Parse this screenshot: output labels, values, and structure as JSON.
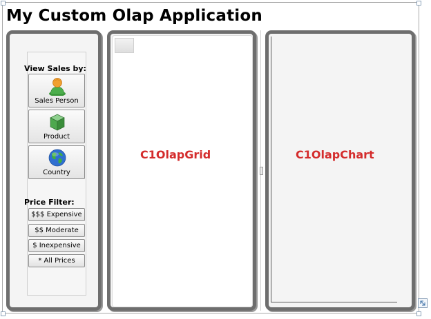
{
  "app": {
    "title": "My Custom Olap Application"
  },
  "left_panel": {
    "view_sales_label": "View Sales by:",
    "view_buttons": [
      {
        "label": "Sales Person",
        "icon": "sales-person-icon"
      },
      {
        "label": "Product",
        "icon": "product-cube-icon"
      },
      {
        "label": "Country",
        "icon": "globe-icon"
      }
    ],
    "price_filter_label": "Price Filter:",
    "price_buttons": [
      {
        "label": "$$$ Expensive"
      },
      {
        "label": "$$ Moderate"
      },
      {
        "label": "$ Inexpensive"
      },
      {
        "label": "* All Prices"
      }
    ]
  },
  "grid_panel": {
    "label": "C1OlapGrid"
  },
  "chart_panel": {
    "label": "C1OlapChart"
  },
  "colors": {
    "placeholder_text": "#d42c2c",
    "panel_border": "#6e6e6e",
    "panel_background": "#f4f4f4"
  }
}
